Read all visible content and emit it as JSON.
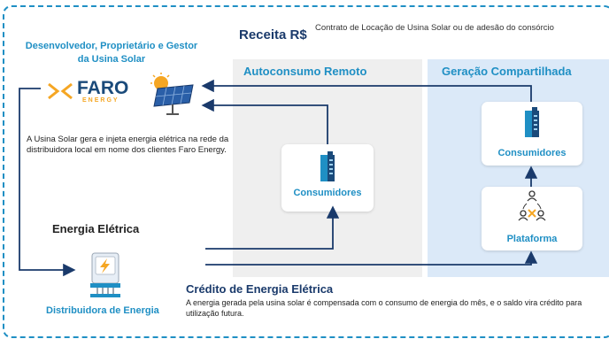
{
  "developer": {
    "title": "Desenvolvedor, Proprietário e Gestor da Usina Solar"
  },
  "logo": {
    "name": "FARO",
    "sub": "ENERGY"
  },
  "revenue": {
    "title": "Receita R$",
    "description": "Contrato de Locação de Usina Solar ou de adesão do consórcio"
  },
  "panels": {
    "remote": {
      "title": "Autoconsumo Remoto",
      "consumers_label": "Consumidores"
    },
    "shared": {
      "title": "Geração Compartilhada",
      "consumers_label": "Consumidores",
      "platform_label": "Plataforma"
    }
  },
  "solar_plant": {
    "description": "A Usina Solar gera e injeta energia elétrica na rede da distribuidora local em nome dos clientes Faro Energy."
  },
  "energy": {
    "title": "Energia Elétrica"
  },
  "distributor": {
    "label": "Distribuidora de Energia"
  },
  "credit": {
    "title": "Crédito de Energia Elétrica",
    "description": "A energia gerada pela usina solar é compensada com o consumo de energia do mês, e o saldo vira crédito para utilização futura."
  },
  "colors": {
    "accent": "#1f8fc4",
    "navy": "#1a3a6b",
    "orange": "#f5a623",
    "panel_gray": "#efefef",
    "panel_blue": "#dbe9f8"
  },
  "icons": [
    "faro-logo",
    "solar-panel-icon",
    "building-icon",
    "platform-network-icon",
    "electric-meter-icon"
  ]
}
